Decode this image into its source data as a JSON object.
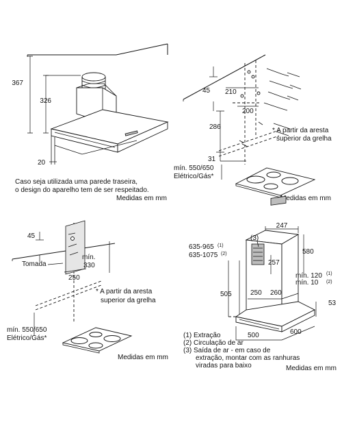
{
  "q1": {
    "dims": {
      "d367": "367",
      "d326": "326",
      "d20": "20"
    },
    "note_line1": "Caso seja utilizada uma parede traseira,",
    "note_line2": "o design do aparelho tem de ser respeitado.",
    "units": "Medidas em mm"
  },
  "q2": {
    "dims": {
      "d45": "45",
      "d210": "210",
      "d200": "200",
      "d286": "286",
      "d31": "31"
    },
    "footnote_line1": "* A partir da aresta",
    "footnote_line2": "superior da grelha",
    "hob_line1": "mín. 550/650",
    "hob_line2": "Elétrico/Gás*",
    "units": "Medidas em mm"
  },
  "q3": {
    "dims": {
      "d45": "45",
      "d250": "250",
      "min": "mín.",
      "d330": "330"
    },
    "socket_label": "Tomada",
    "footnote_line1": "* A partir da aresta",
    "footnote_line2": "superior da grelha",
    "hob_line1": "mín. 550/650",
    "hob_line2": "Elétrico/Gás*",
    "units": "Medidas em mm"
  },
  "q4": {
    "dims": {
      "d247": "247",
      "d635_965": "635-965",
      "sup1": "(1)",
      "d635_1075": "635-1075",
      "sup2": "(2)",
      "callout3": "(3)",
      "d580": "580",
      "d257": "257",
      "min120": "mín. 120",
      "sup1b": "(1)",
      "min10": "mín. 10",
      "sup2b": "(2)",
      "d505": "505",
      "d250": "250",
      "d260": "260",
      "d53": "53",
      "d500": "500",
      "d600": "600"
    },
    "legend": [
      "(1)  Extração",
      "(2)  Circulação de ar",
      "(3)  Saída de ar - em caso de",
      "extração, montar com as ranhuras",
      "viradas para baixo"
    ],
    "units": "Medidas em mm"
  }
}
